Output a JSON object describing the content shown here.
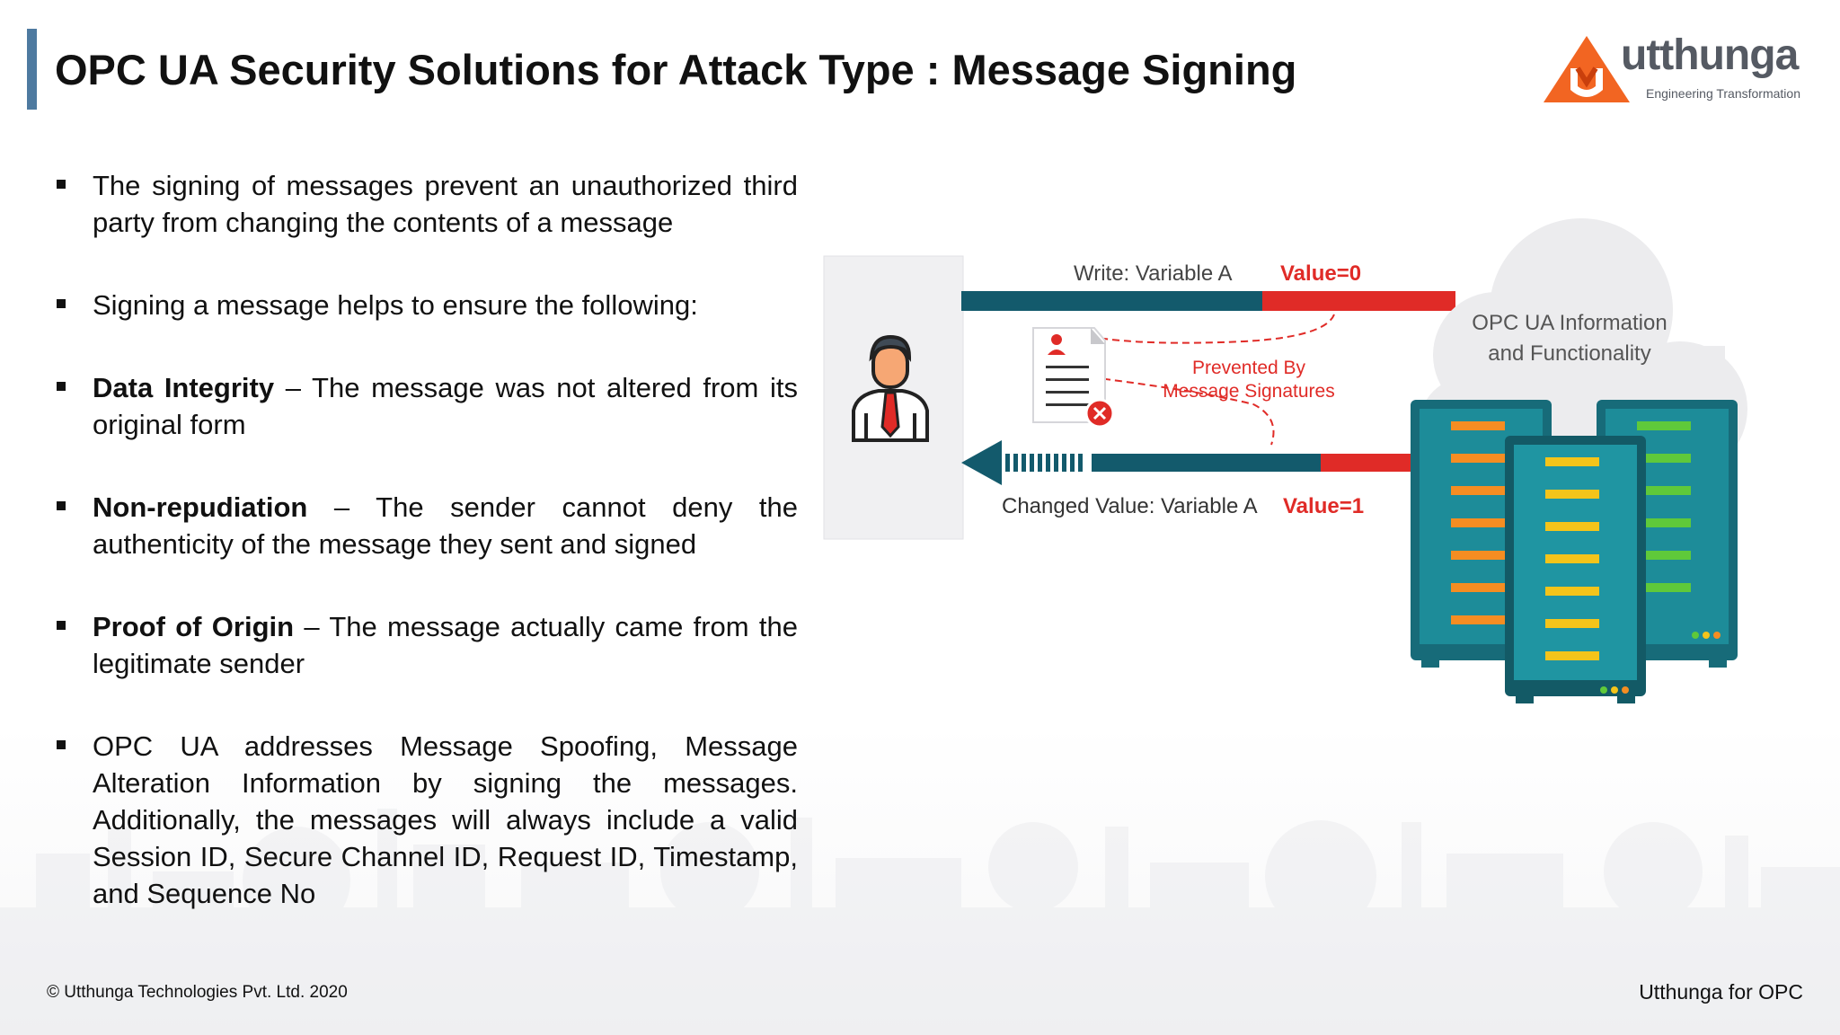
{
  "slide": {
    "title": "OPC UA Security Solutions for Attack Type : Message Signing",
    "logo": {
      "name": "utthunga",
      "tagline": "Engineering Transformation"
    },
    "bullets": [
      {
        "bold": "",
        "text": "The signing of messages prevent an unauthorized third party from changing the contents of a message"
      },
      {
        "bold": "",
        "text": "Signing a message helps to ensure the following:"
      },
      {
        "bold": "Data Integrity",
        "text": " – The message was not altered from its original form"
      },
      {
        "bold": "Non-repudiation",
        "text": " – The sender cannot deny the authenticity of the message they sent and signed"
      },
      {
        "bold": "Proof of Origin",
        "text": " – The message actually came from the legitimate sender"
      },
      {
        "bold": "",
        "text": "OPC UA addresses Message Spoofing, Message Alteration Information by signing the messages. Additionally, the messages will always include a valid Session ID, Secure Channel ID, Request ID, Timestamp, and Sequence No"
      }
    ],
    "diagram": {
      "write_label": "Write: Variable A",
      "write_value": "Value=0",
      "prevented_line1": "Prevented By",
      "prevented_line2": "Message Signatures",
      "changed_label": "Changed Value: Variable A",
      "changed_value": "Value=1",
      "cloud_line1": "OPC UA Information",
      "cloud_line2": "and Functionality"
    },
    "footer": {
      "copyright": "© Utthunga Technologies Pvt. Ltd. 2020",
      "right_text": "Utthunga for OPC"
    },
    "colors": {
      "accent_bar": "#4e7aa0",
      "brand_orange": "#f26522",
      "arrow_teal": "#135a6c",
      "alert_red": "#e02b27",
      "server_teal": "#15818f"
    }
  }
}
